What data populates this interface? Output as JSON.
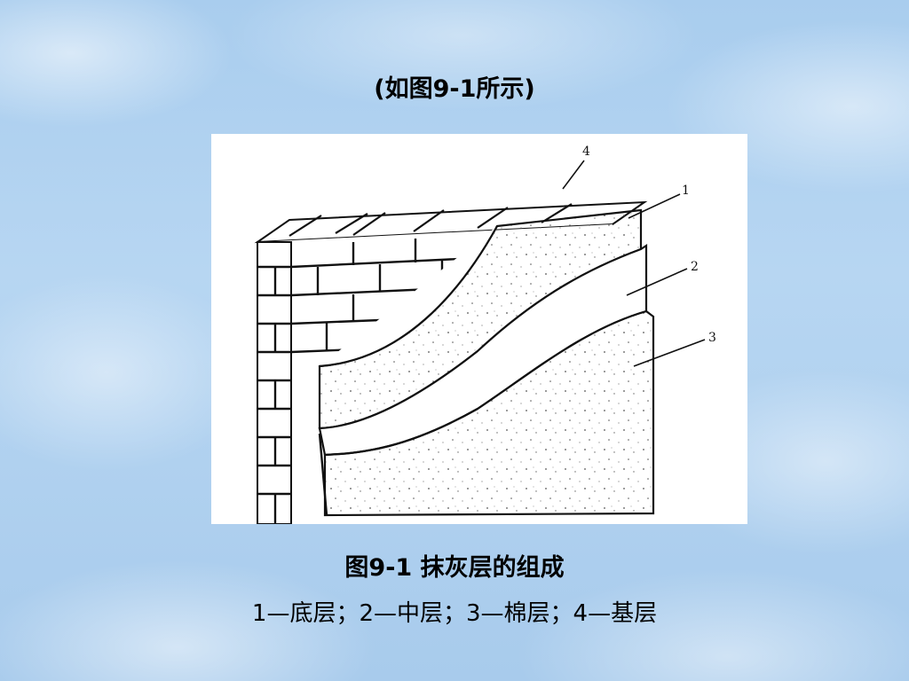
{
  "heading": "(如图9-1所示)",
  "figure": {
    "caption": "图9-1 抹灰层的组成",
    "legend": "1—底层；2—中层；3—棉层；4—基层",
    "callouts": [
      "1",
      "2",
      "3",
      "4"
    ]
  },
  "colors": {
    "background": "#b3d3f0",
    "figure_background": "#ffffff",
    "line": "#111111"
  }
}
